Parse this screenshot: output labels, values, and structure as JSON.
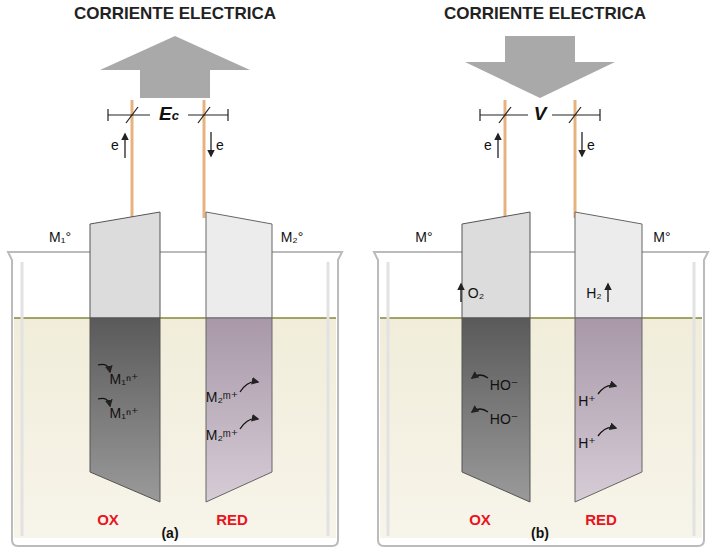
{
  "diagram": {
    "labels": [
      "CORRIENTE ELECTRICA",
      "CORRIENTE ELECTRICA",
      "Ec",
      "e",
      "e",
      "M₁°",
      "M₂°",
      "M₁ⁿ⁺",
      "M₁ⁿ⁺",
      "M₂ᵐ⁺",
      "M₂ᵐ⁺",
      "OX",
      "RED",
      "(a)",
      "V",
      "e",
      "e",
      "M°",
      "M°",
      "O₂",
      "H₂",
      "HO⁻",
      "HO⁻",
      "H⁺",
      "H⁺",
      "OX",
      "RED",
      "(b)"
    ]
  }
}
